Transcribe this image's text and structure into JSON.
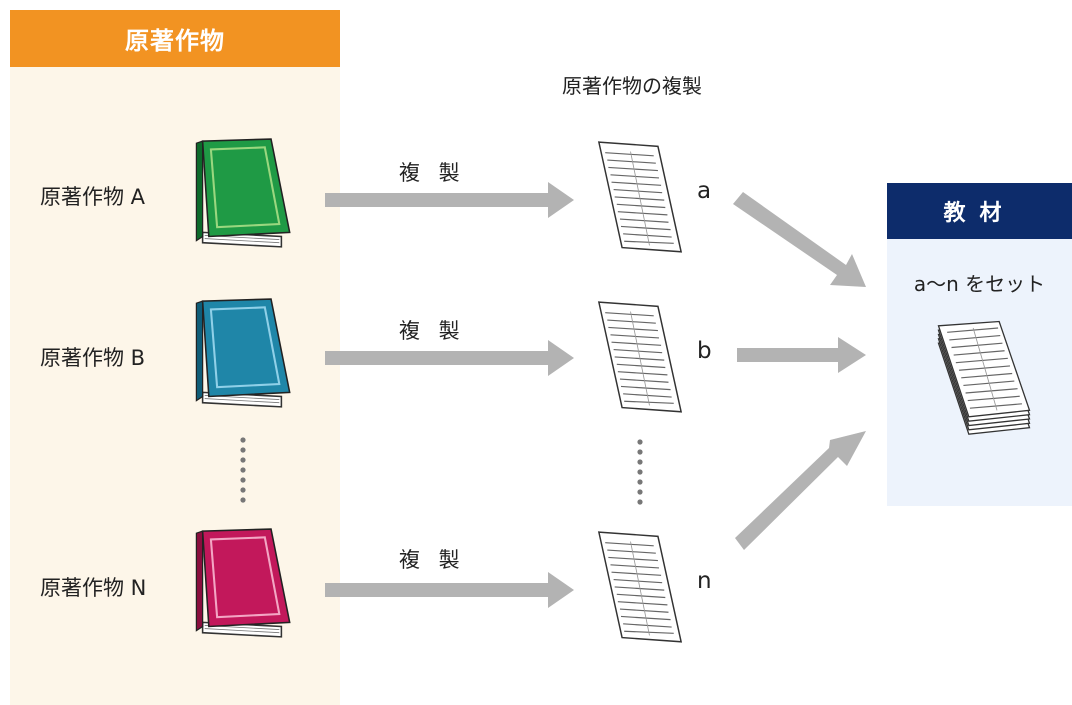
{
  "left": {
    "header": "原著作物",
    "works": [
      {
        "label": "原著作物 A",
        "color": "#1f9a45",
        "edge": "#0d6a2b",
        "frame": "#9ad77f"
      },
      {
        "label": "原著作物 B",
        "color": "#1f86a8",
        "edge": "#0f5d78",
        "frame": "#8fd0e8"
      },
      {
        "label": "原著作物 N",
        "color": "#c2185b",
        "edge": "#8a0e3e",
        "frame": "#f3a6c4"
      }
    ]
  },
  "middle": {
    "title": "原著作物の複製",
    "copy_label": "複 製",
    "copies": [
      "a",
      "b",
      "n"
    ]
  },
  "right": {
    "header": "教材",
    "set_label": "a〜n をセット"
  },
  "colors": {
    "left_header": "#f29322",
    "left_panel": "#fdf6e9",
    "right_header": "#0d2c6b",
    "right_panel": "#edf3fc",
    "arrow": "#b3b3b3"
  }
}
